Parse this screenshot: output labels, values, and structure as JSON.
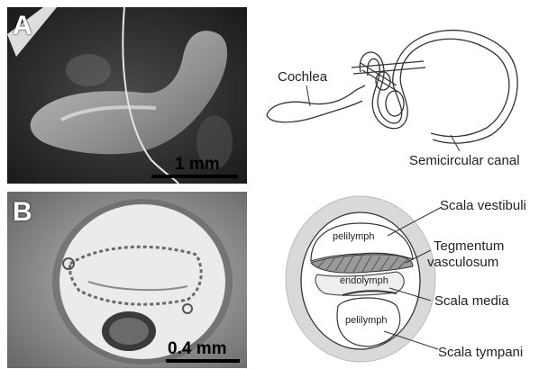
{
  "panelA": {
    "letter": "A",
    "scalebar": "1 mm",
    "labels": {
      "cochlea": "Cochlea",
      "canal": "Semicircular canal"
    }
  },
  "panelB": {
    "letter": "B",
    "scalebar": "0.4 mm",
    "labels": {
      "vestibuli": "Scala vestibuli",
      "tegmentum_1": "Tegmentum",
      "tegmentum_2": "vasculosum",
      "media": "Scala media",
      "tympani": "Scala tympani",
      "perilymph_top": "pelilymph",
      "endolymph": "endolymph",
      "perilymph_bottom": "pelilymph"
    }
  }
}
